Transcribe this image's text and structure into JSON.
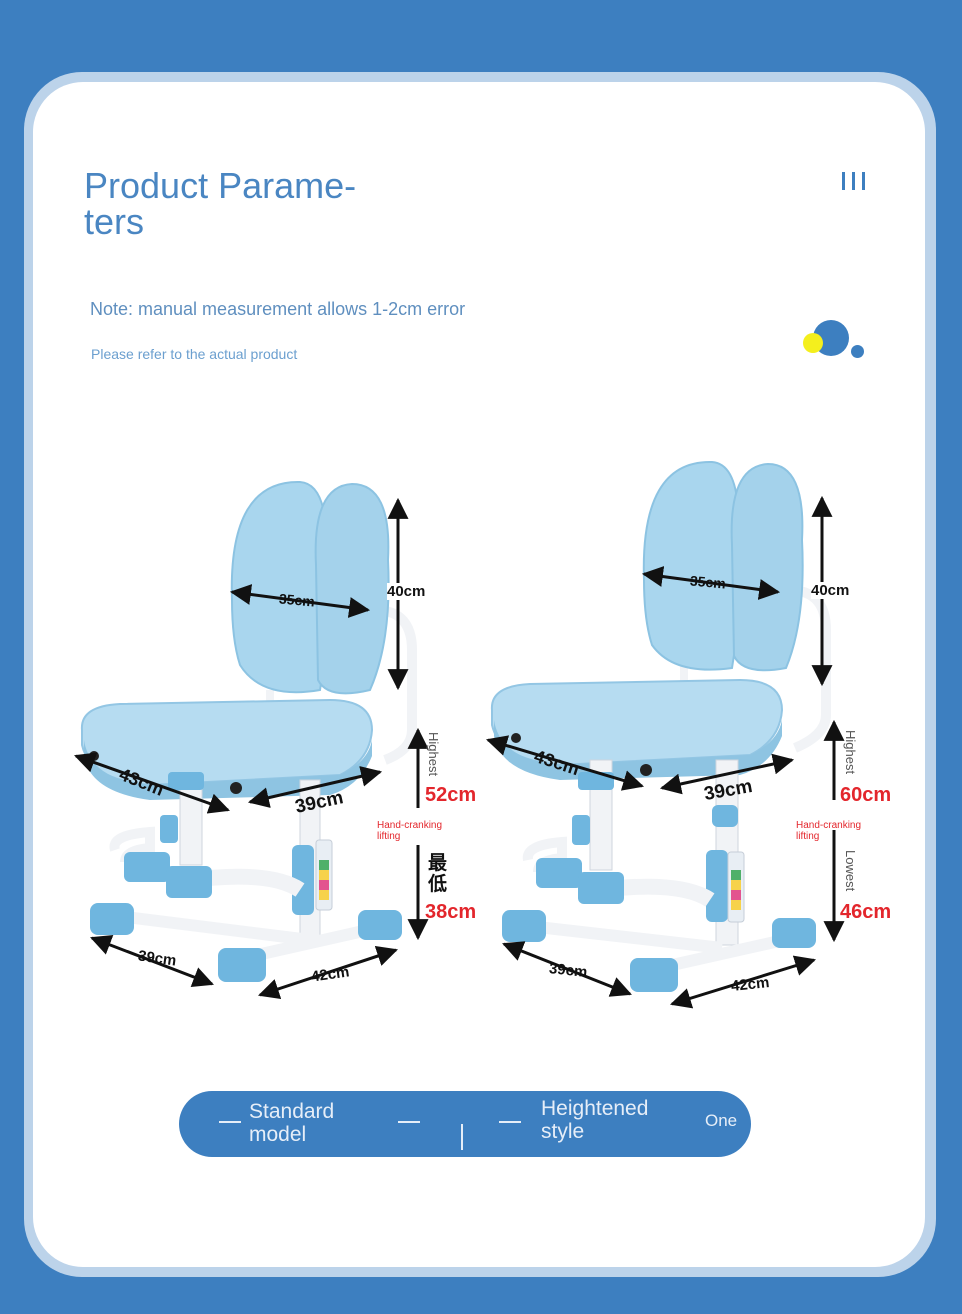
{
  "header": {
    "title": "Product Parame- ters",
    "note": "Note: manual measurement allows 1-2cm error",
    "refer": "Please refer to the actual product"
  },
  "colors": {
    "brand_blue": "#3d7fc0",
    "chair_blue": "#a9d6ee",
    "accent_red": "#e3262c",
    "accent_yellow": "#f4ef1d"
  },
  "standard": {
    "back_width": "35cm",
    "back_height": "40cm",
    "seat_depth": "43cm",
    "seat_width": "39cm",
    "highest_label": "Highest",
    "highest_value": "52cm",
    "crank_label": "Hand-cranking lifting",
    "lowest_label": "最低",
    "lowest_value": "38cm",
    "base_depth": "39cm",
    "base_width": "42cm"
  },
  "heightened": {
    "back_width": "35cm",
    "back_height": "40cm",
    "seat_depth": "43cm",
    "seat_width": "39cm",
    "highest_label": "Highest",
    "highest_value": "60cm",
    "crank_label": "Hand-cranking lifting",
    "lowest_label": "Lowest",
    "lowest_value": "46cm",
    "base_depth": "39cm",
    "base_width": "42cm"
  },
  "footer": {
    "standard": "Standard model",
    "heightened": "Heightened style",
    "extra": "One"
  }
}
